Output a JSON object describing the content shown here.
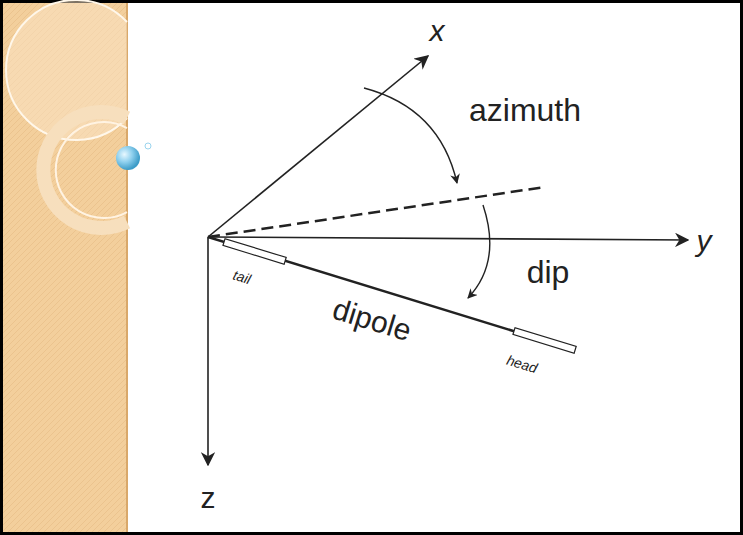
{
  "diagram": {
    "labels": [
      "x",
      "azimuth",
      "y",
      "dip",
      "tail",
      "dipole",
      "head",
      "z"
    ]
  }
}
